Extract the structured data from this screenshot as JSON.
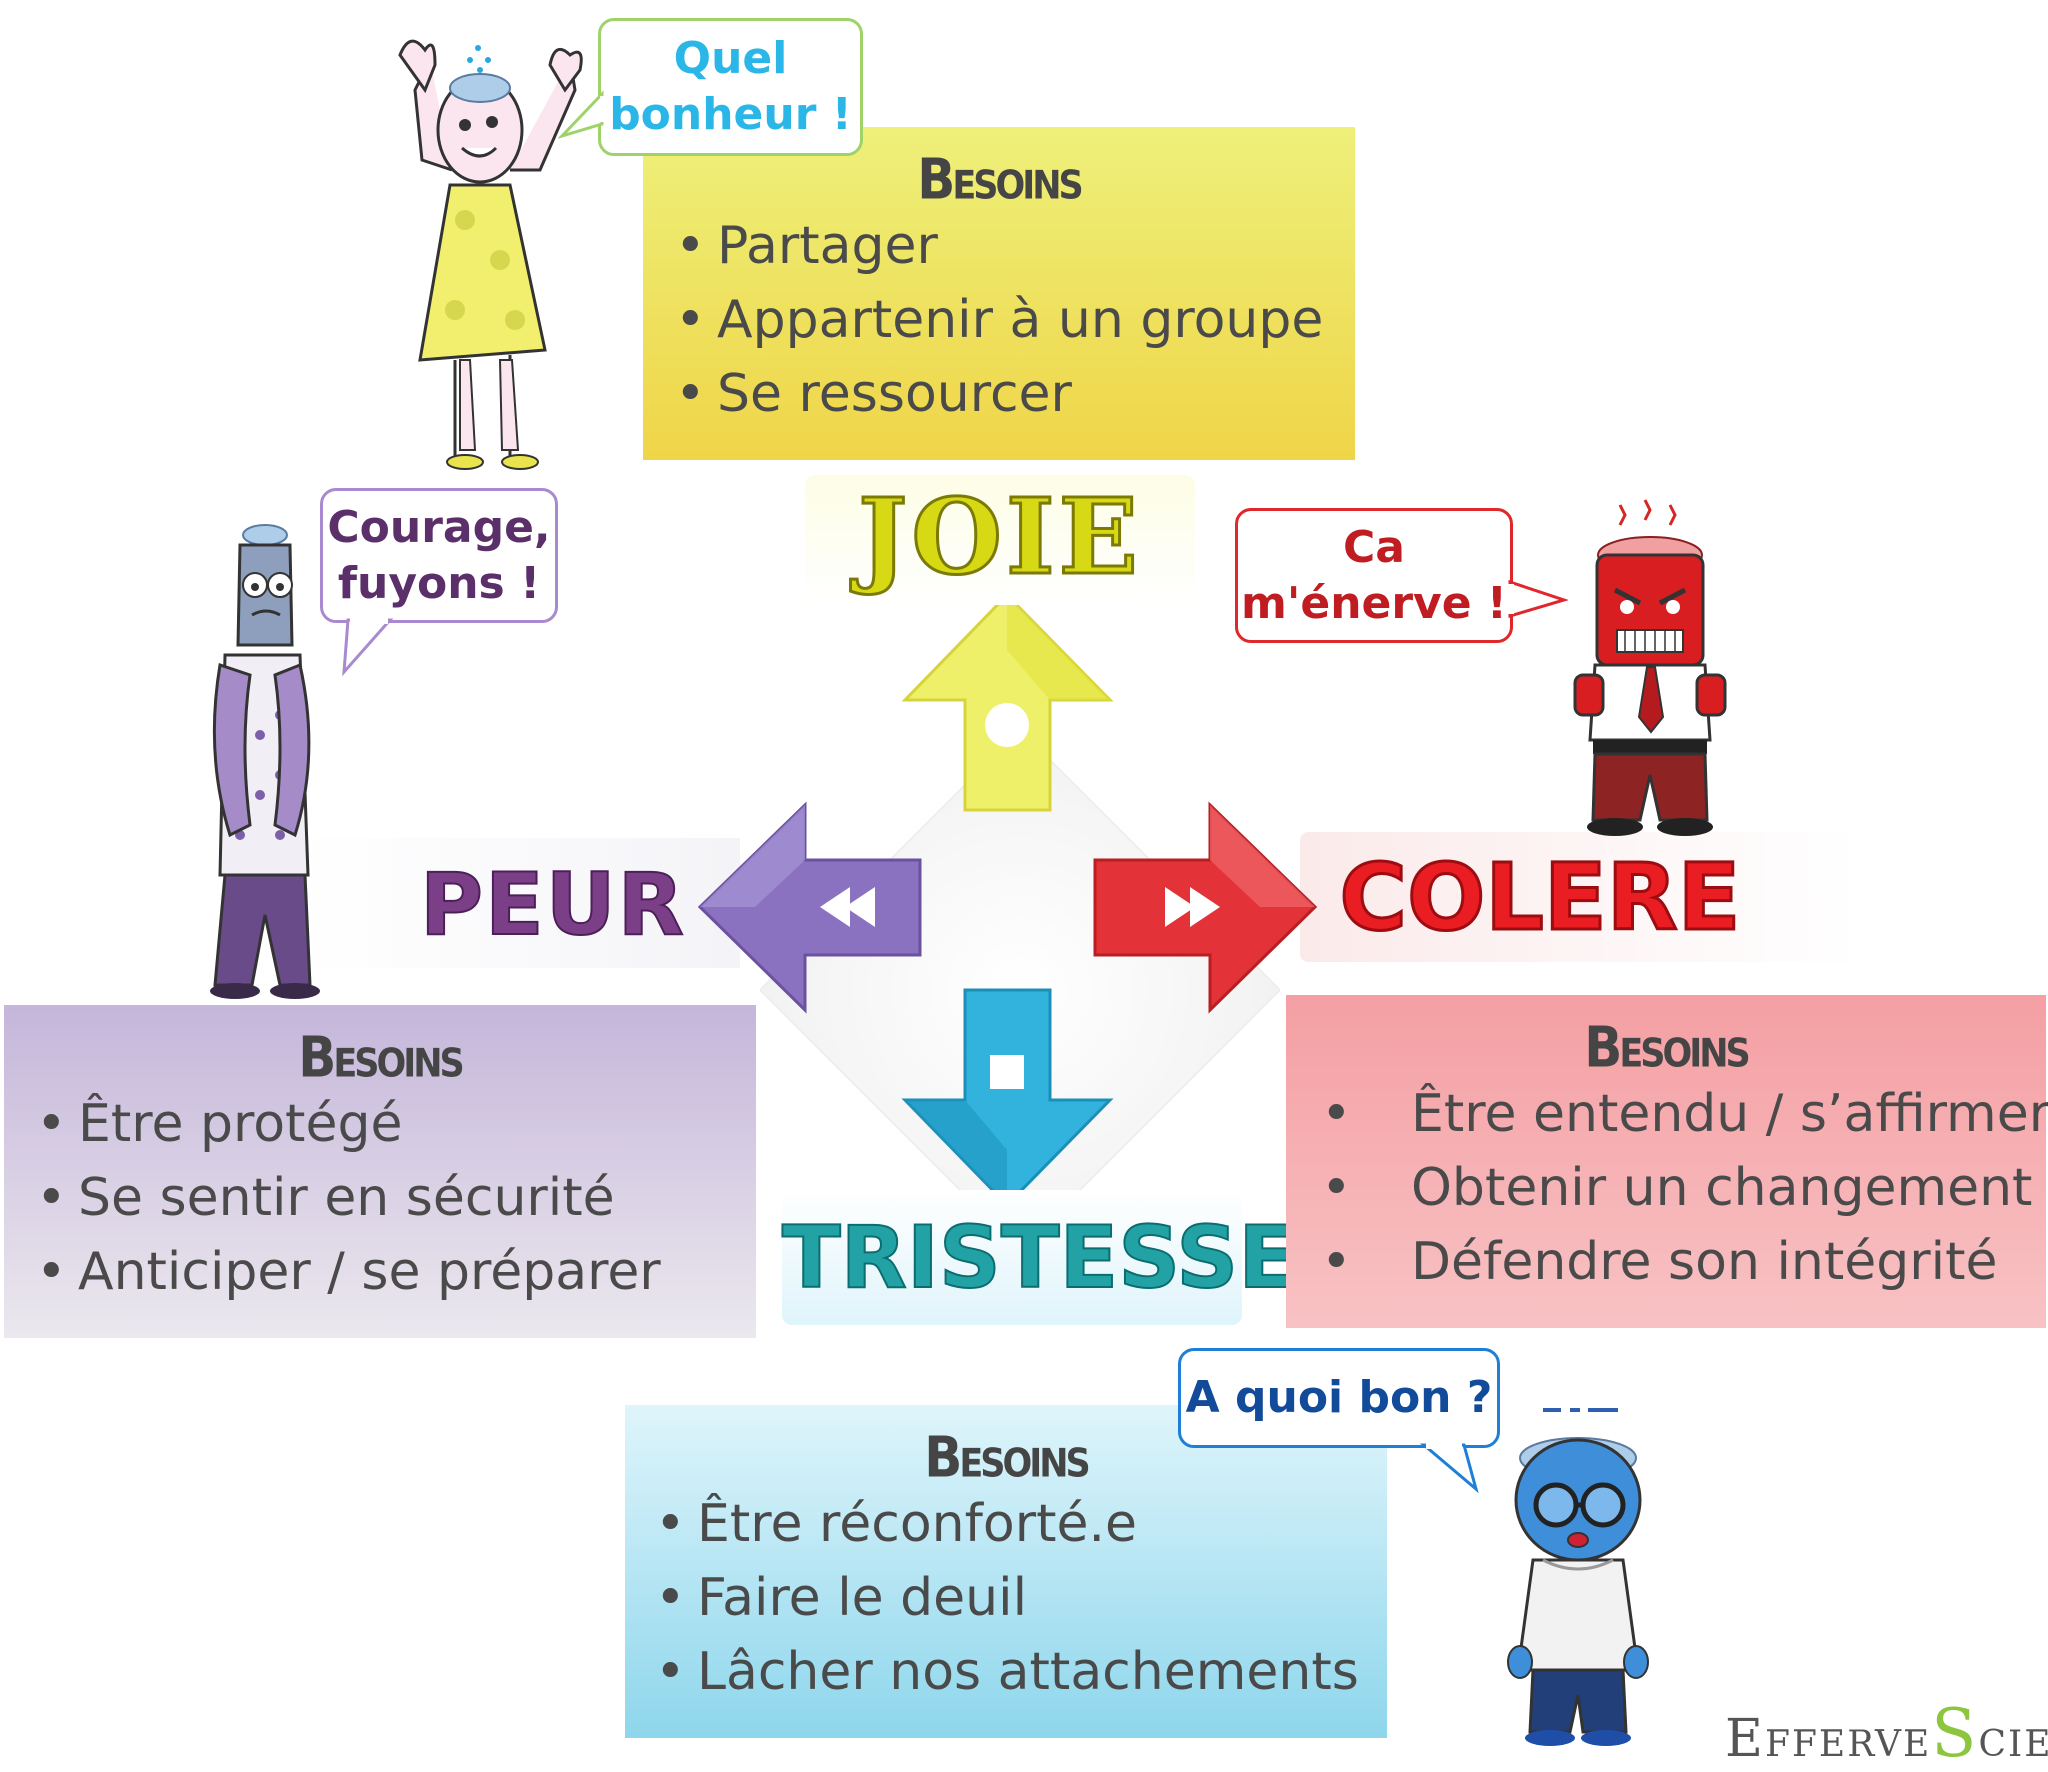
{
  "central": {
    "joie": "JOIE",
    "peur": "PEUR",
    "colere": "COLERE",
    "tristesse": "TRISTESSE"
  },
  "colors": {
    "joie": "#e6e31c",
    "peur": "#7b5fa8",
    "colere": "#e0272b",
    "tristesse": "#28a7cf"
  },
  "notes": {
    "joie": {
      "title": "Besoins",
      "items": [
        "Partager",
        "Appartenir à un groupe",
        "Se ressourcer"
      ]
    },
    "peur": {
      "title": "Besoins",
      "items": [
        "Être protégé",
        "Se sentir en sécurité",
        "Anticiper / se préparer"
      ]
    },
    "colere": {
      "title": "Besoins",
      "items": [
        "Être entendu / s’affirmer",
        "Obtenir un changement",
        "Défendre son intégrité"
      ]
    },
    "tristesse": {
      "title": "Besoins",
      "items": [
        "Être réconforté.e",
        "Faire le deuil",
        "Lâcher nos attachements"
      ]
    }
  },
  "bubbles": {
    "joie": [
      "Quel",
      "bonheur !"
    ],
    "peur": [
      "Courage,",
      "fuyons !"
    ],
    "colere": [
      "Ca",
      "m'énerve !"
    ],
    "tristesse": [
      "A quoi bon ?"
    ]
  },
  "bullet": "•",
  "icons": [
    "play-icon",
    "rewind-icon",
    "fast-forward-icon",
    "stop-icon"
  ],
  "logo": {
    "part1": "Efferve",
    "part2": "S",
    "part3": "cience"
  }
}
